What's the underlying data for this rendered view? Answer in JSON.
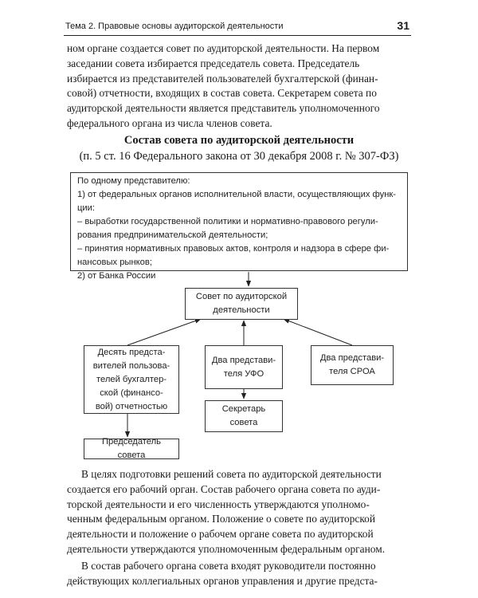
{
  "header": {
    "running_title": "Тема 2. Правовые основы аудиторской деятельности",
    "page_number": "31"
  },
  "intro_lines": [
    "ном органе создается совет по аудиторской деятельности. На первом",
    "заседании совета избирается председатель совета. Председатель",
    "избирается из представителей пользователей бухгалтерской (финан-",
    "совой) отчетности, входящих в состав совета. Секретарем совета по",
    "аудиторской деятельности является представитель уполномоченного",
    "федерального органа из числа членов совета."
  ],
  "diagram": {
    "title": "Состав совета по аудиторской деятельности",
    "subtitle": "(п. 5 ст. 16 Федерального закона от 30 декабря 2008 г. № 307-ФЗ)",
    "top_box_lines": [
      "По одному представителю:",
      "1) от федеральных органов исполнительной власти, осуществляющих функ-",
      "ции:",
      "– выработки государственной политики и нормативно-правового регули-",
      "рования предпринимательской деятельности;",
      "– принятия нормативных правовых актов, контроля и надзора в сфере фи-",
      "нансовых рынков;",
      "2) от Банка России"
    ],
    "council_lines": [
      "Совет по аудиторской",
      "деятельности"
    ],
    "users_lines": [
      "Десять предста-",
      "вителей пользова-",
      "телей бухгалтер-",
      "ской (финансо-",
      "вой) отчетностью"
    ],
    "ufo_lines": [
      "Два представи-",
      "теля УФО"
    ],
    "sroa_lines": [
      "Два представи-",
      "теля СРОА"
    ],
    "secretary_lines": [
      "Секретарь",
      "совета"
    ],
    "chairman": "Председатель совета"
  },
  "para2_lines": [
    "В целях подготовки решений совета по аудиторской деятельности",
    "создается его рабочий орган. Состав рабочего органа совета по ауди-",
    "торской деятельности и его численность утверждаются уполномо-",
    "ченным федеральным органом. Положение о совете по аудиторской",
    "деятельности и положение о рабочем органе совета по аудиторской",
    "деятельности утверждаются уполномоченным федеральным органом."
  ],
  "para3_lines": [
    "В состав рабочего органа совета входят руководители постоянно",
    "действующих коллегиальных органов управления и другие предста-"
  ]
}
